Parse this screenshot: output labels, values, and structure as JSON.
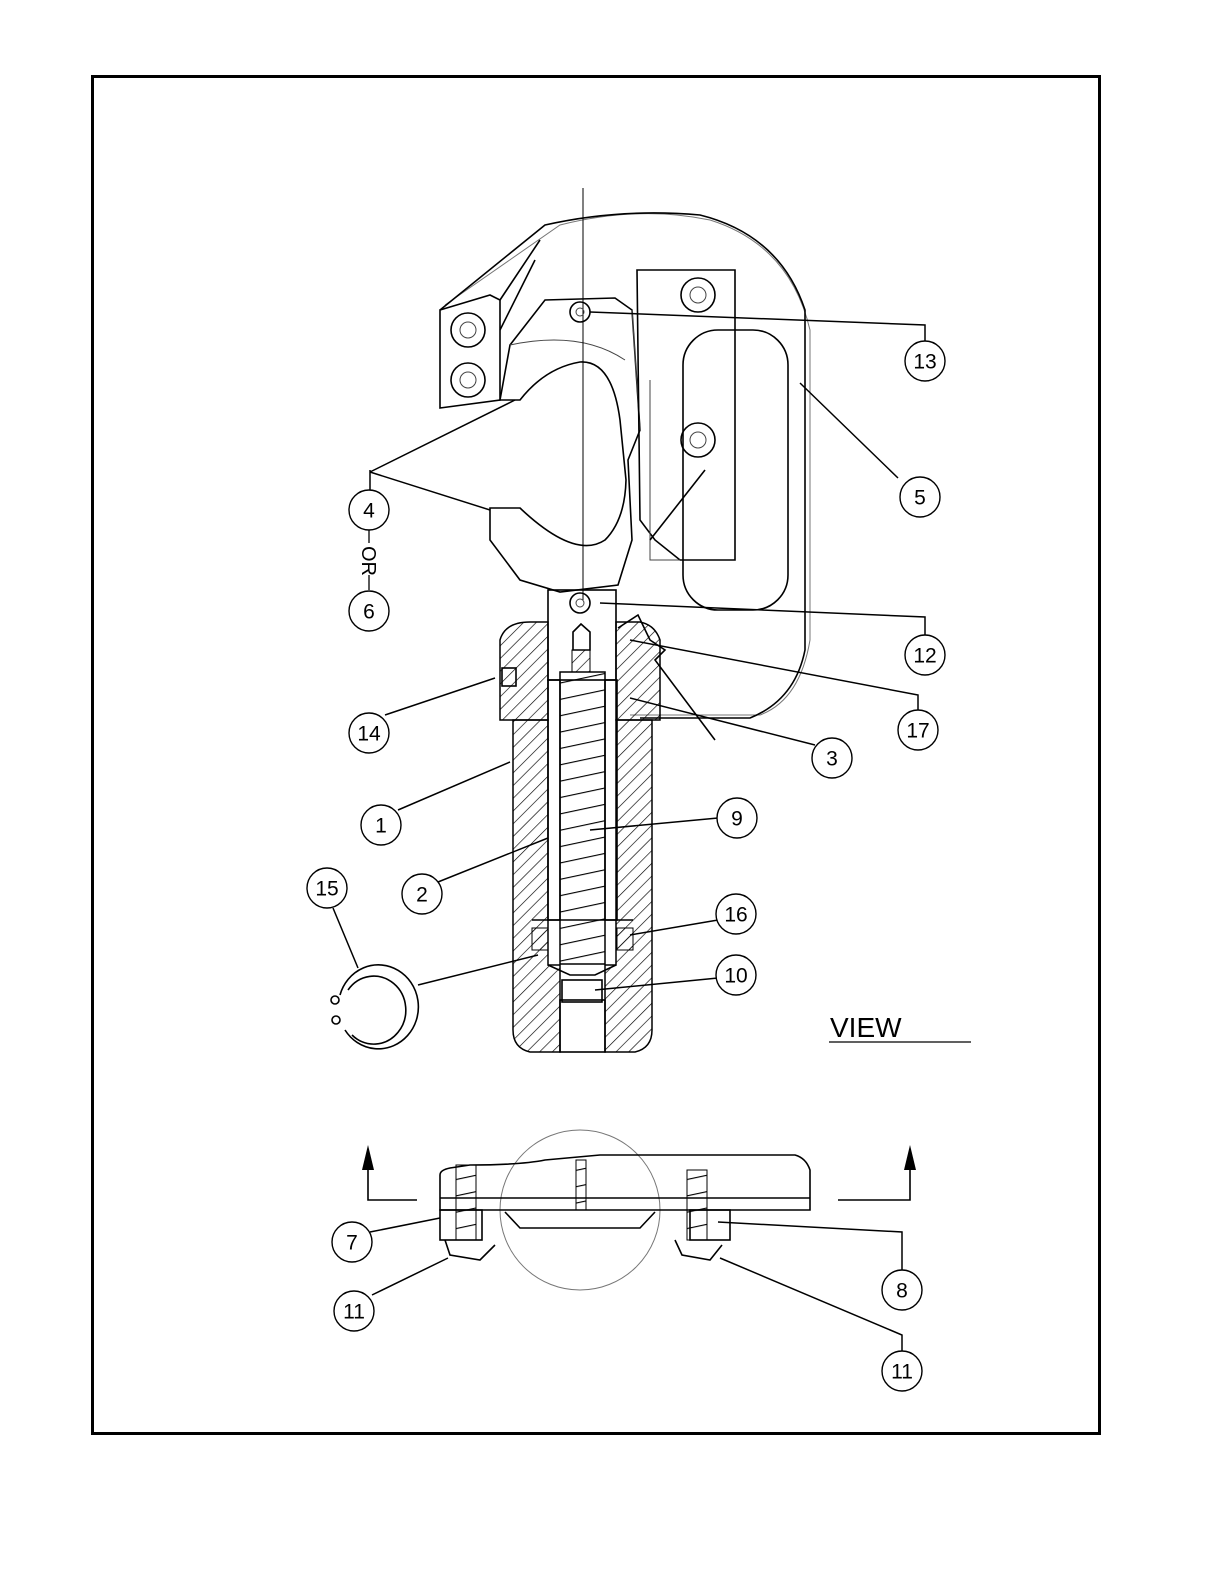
{
  "callouts": [
    {
      "id": "c13",
      "label": "13"
    },
    {
      "id": "c5",
      "label": "5"
    },
    {
      "id": "c4",
      "label": "4"
    },
    {
      "id": "c6",
      "label": "6"
    },
    {
      "id": "c12",
      "label": "12"
    },
    {
      "id": "c17",
      "label": "17"
    },
    {
      "id": "c14",
      "label": "14"
    },
    {
      "id": "c3",
      "label": "3"
    },
    {
      "id": "c1",
      "label": "1"
    },
    {
      "id": "c9",
      "label": "9"
    },
    {
      "id": "c15",
      "label": "15"
    },
    {
      "id": "c2",
      "label": "2"
    },
    {
      "id": "c16",
      "label": "16"
    },
    {
      "id": "c10",
      "label": "10"
    },
    {
      "id": "c7",
      "label": "7"
    },
    {
      "id": "c8",
      "label": "8"
    },
    {
      "id": "c11a",
      "label": "11"
    },
    {
      "id": "c11b",
      "label": "11"
    }
  ],
  "or_text": "OR",
  "view_text": "VIEW",
  "colors": {
    "line": "#000000",
    "hatch": "#000000",
    "background": "#ffffff"
  }
}
